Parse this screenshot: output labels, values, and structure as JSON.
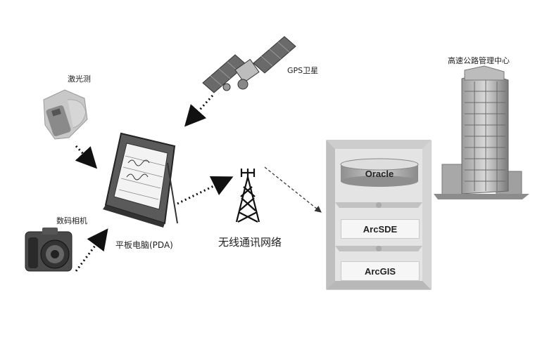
{
  "labels": {
    "laser": "激光测",
    "gps": "GPS卫星",
    "highway_center": "高速公路管理中心",
    "camera": "数码相机",
    "pda": "平板电脑(PDA)",
    "wireless": "无线通讯网络"
  },
  "server_stack": {
    "db": "Oracle",
    "sde": "ArcSDE",
    "gis": "ArcGIS"
  }
}
